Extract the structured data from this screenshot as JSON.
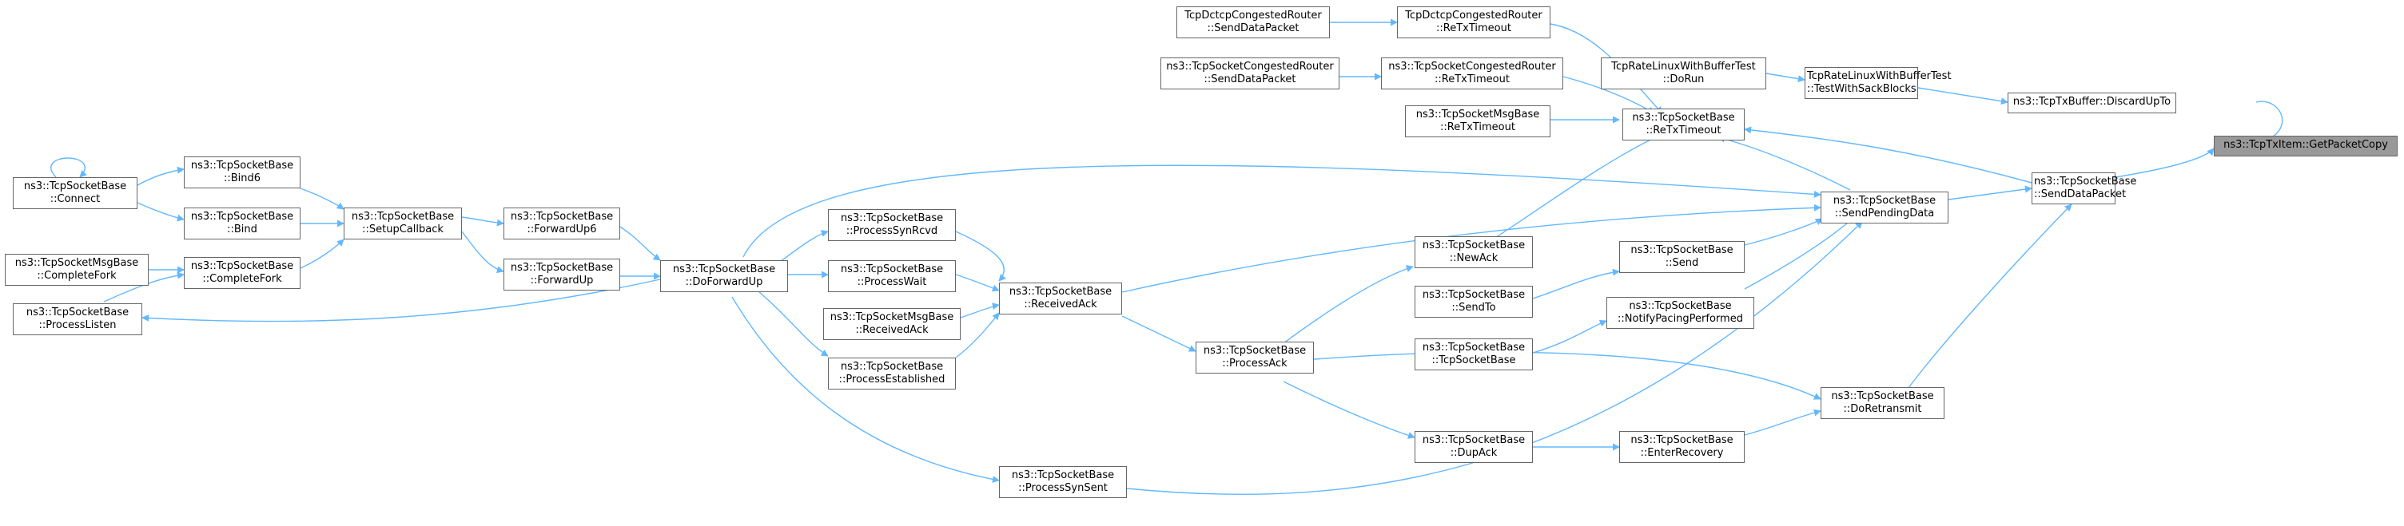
{
  "colors": {
    "edge": "#63b8ff",
    "node_border": "#666666",
    "focus_fill": "#999999"
  },
  "nodes": {
    "focus": [
      "ns3::TcpTxItem::GetPacketCopy"
    ],
    "discardUpTo": [
      "ns3::TcpTxBuffer::DiscardUpTo"
    ],
    "sendDataPacket": [
      "ns3::TcpSocketBase",
      "::SendDataPacket"
    ],
    "testWithSack": [
      "TcpRateLinuxWithBufferTest",
      "::TestWithSackBlocks"
    ],
    "doRun": [
      "TcpRateLinuxWithBufferTest",
      "::DoRun"
    ],
    "sendPending": [
      "ns3::TcpSocketBase",
      "::SendPendingData"
    ],
    "reTxTimeout": [
      "ns3::TcpSocketBase",
      "::ReTxTimeout"
    ],
    "doRetransmit": [
      "ns3::TcpSocketBase",
      "::DoRetransmit"
    ],
    "dctcpReTx": [
      "TcpDctcpCongestedRouter",
      "::ReTxTimeout"
    ],
    "dctcpSend": [
      "TcpDctcpCongestedRouter",
      "::SendDataPacket"
    ],
    "congReTx": [
      "ns3::TcpSocketCongestedRouter",
      "::ReTxTimeout"
    ],
    "congSend": [
      "ns3::TcpSocketCongestedRouter",
      "::SendDataPacket"
    ],
    "msgReTx": [
      "ns3::TcpSocketMsgBase",
      "::ReTxTimeout"
    ],
    "send": [
      "ns3::TcpSocketBase",
      "::Send"
    ],
    "sendTo": [
      "ns3::TcpSocketBase",
      "::SendTo"
    ],
    "notifyPacing": [
      "ns3::TcpSocketBase",
      "::NotifyPacingPerformed"
    ],
    "ctor": [
      "ns3::TcpSocketBase",
      "::TcpSocketBase"
    ],
    "newAck": [
      "ns3::TcpSocketBase",
      "::NewAck"
    ],
    "processAck": [
      "ns3::TcpSocketBase",
      "::ProcessAck"
    ],
    "dupAck": [
      "ns3::TcpSocketBase",
      "::DupAck"
    ],
    "enterRecovery": [
      "ns3::TcpSocketBase",
      "::EnterRecovery"
    ],
    "receivedAck": [
      "ns3::TcpSocketBase",
      "::ReceivedAck"
    ],
    "synRcvd": [
      "ns3::TcpSocketBase",
      "::ProcessSynRcvd"
    ],
    "wait": [
      "ns3::TcpSocketBase",
      "::ProcessWait"
    ],
    "msgReceivedAck": [
      "ns3::TcpSocketMsgBase",
      "::ReceivedAck"
    ],
    "established": [
      "ns3::TcpSocketBase",
      "::ProcessEstablished"
    ],
    "synSent": [
      "ns3::TcpSocketBase",
      "::ProcessSynSent"
    ],
    "doForwardUp": [
      "ns3::TcpSocketBase",
      "::DoForwardUp"
    ],
    "forwardUp6": [
      "ns3::TcpSocketBase",
      "::ForwardUp6"
    ],
    "forwardUp": [
      "ns3::TcpSocketBase",
      "::ForwardUp"
    ],
    "setupCallback": [
      "ns3::TcpSocketBase",
      "::SetupCallback"
    ],
    "bind6": [
      "ns3::TcpSocketBase",
      "::Bind6"
    ],
    "bind": [
      "ns3::TcpSocketBase",
      "::Bind"
    ],
    "completeFork": [
      "ns3::TcpSocketBase",
      "::CompleteFork"
    ],
    "connect": [
      "ns3::TcpSocketBase",
      "::Connect"
    ],
    "msgCompleteFork": [
      "ns3::TcpSocketMsgBase",
      "::CompleteFork"
    ],
    "processListen": [
      "ns3::TcpSocketBase",
      "::ProcessListen"
    ]
  }
}
